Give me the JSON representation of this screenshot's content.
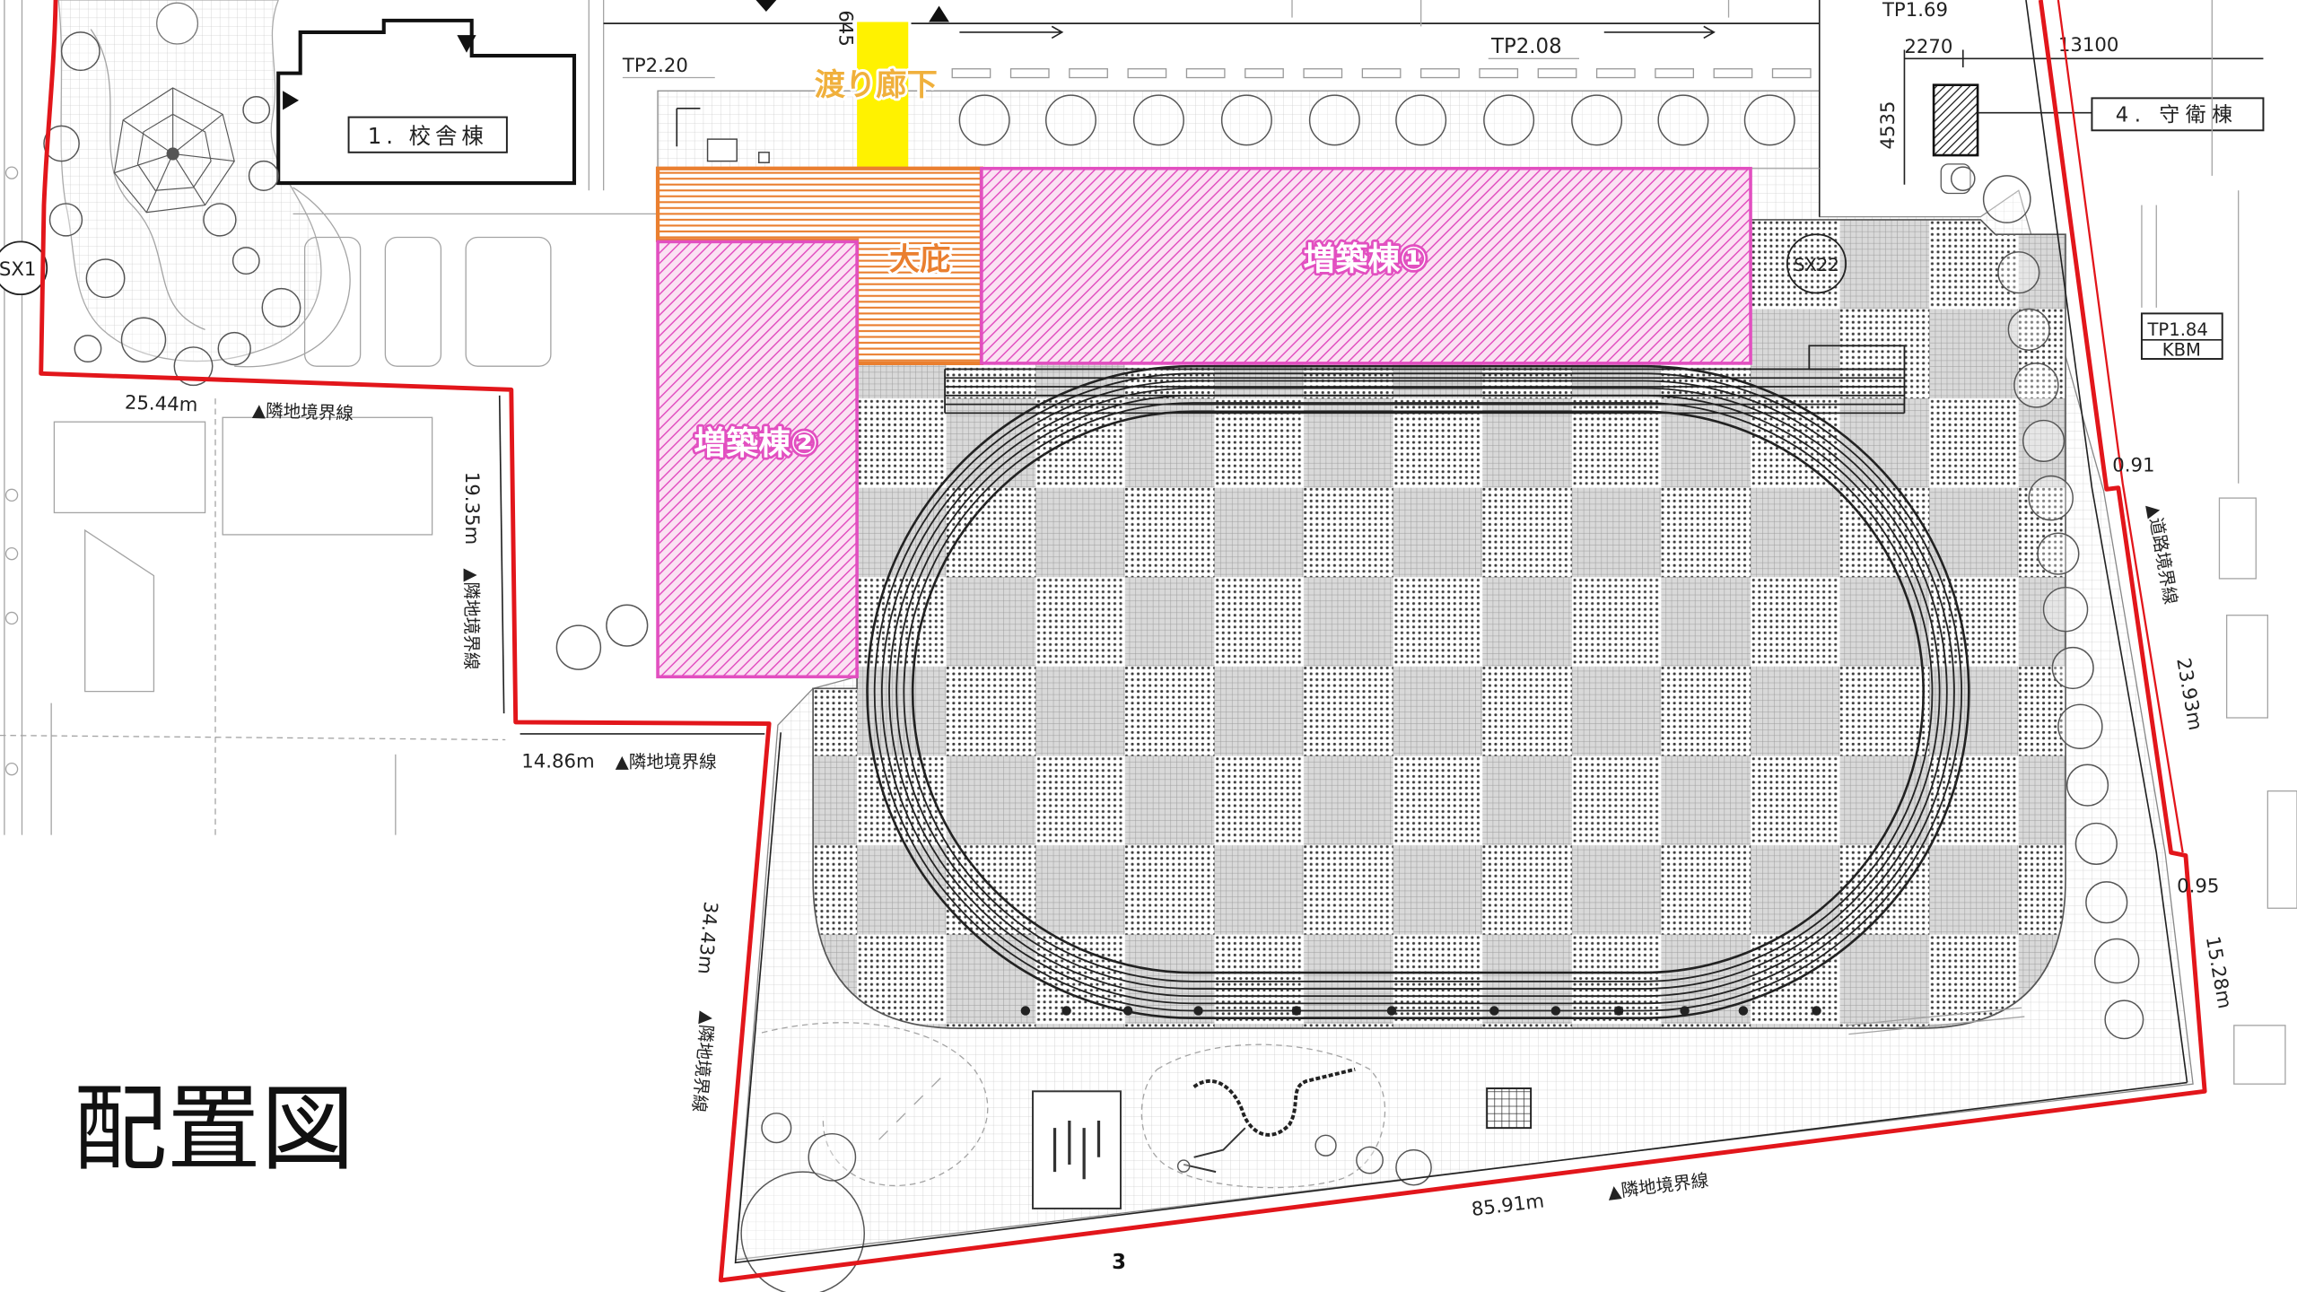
{
  "title": "配置図",
  "page_number": "3",
  "buildings": {
    "school_building": "1. 校舎棟",
    "guard_building": "4. 守衛棟",
    "annex_1": "増築棟①",
    "annex_2": "増築棟②",
    "canopy": "大庇",
    "corridor": "渡り廊下"
  },
  "elevations": {
    "tp_school": "TP2.20",
    "tp_center": "TP2.08",
    "tp_gate": "TP1.69",
    "tp_bm": "TP1.84",
    "bm": "KBM"
  },
  "dimensions": {
    "corridor_dim": "645",
    "gate_offset": "2270",
    "gate_width": "13100",
    "gate_depth": "4535"
  },
  "markers": {
    "sx_west": "SX1",
    "sx_east": "SX22"
  },
  "boundaries": [
    {
      "length": "25.44m",
      "label": "▲隣地境界線"
    },
    {
      "length": "19.35m",
      "label": "▲隣地境界線"
    },
    {
      "length": "14.86m",
      "label": "▲隣地境界線"
    },
    {
      "length": "34.43m",
      "label": "▲隣地境界線"
    },
    {
      "length": "85.91m",
      "label": "▲隣地境界線"
    },
    {
      "length": "23.93m",
      "label": "▲道路境界線"
    },
    {
      "length": "15.28m"
    }
  ],
  "offsets": [
    "0.91",
    "0.95"
  ],
  "colors": {
    "boundary": "#e2161b",
    "annex": "#e24fc0",
    "annex_fill": "#fbe2f3",
    "canopy": "#ea7f2f",
    "corridor": "#fff200",
    "corridor_label": "#f0b03c"
  }
}
